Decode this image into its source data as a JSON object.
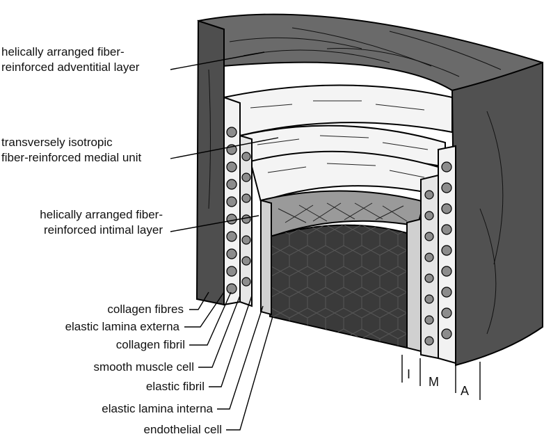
{
  "labels": {
    "adventitia": [
      "helically arranged fiber-",
      "reinforced adventitial layer"
    ],
    "media": [
      "transversely isotropic",
      "fiber-reinforced medial unit"
    ],
    "intima": [
      "helically arranged fiber-",
      "reinforced intimal layer"
    ],
    "components": [
      "collagen fibres",
      "elastic lamina externa",
      "collagen fibril",
      "smooth muscle cell",
      "elastic fibril",
      "elastic lamina interna",
      "endothelial cell"
    ]
  },
  "layer_markers": [
    "I",
    "M",
    "A"
  ],
  "colors": {
    "adventitia_top": "#6a6a6a",
    "adventitia_wall": "#505050",
    "media_band": "#f4f4f4",
    "elastic_lamina": "#d9d9d9",
    "intima": "#9a9a9a",
    "endothelium": "#3a3a3a",
    "cell": "#8c8c8c",
    "line": "#000000"
  }
}
